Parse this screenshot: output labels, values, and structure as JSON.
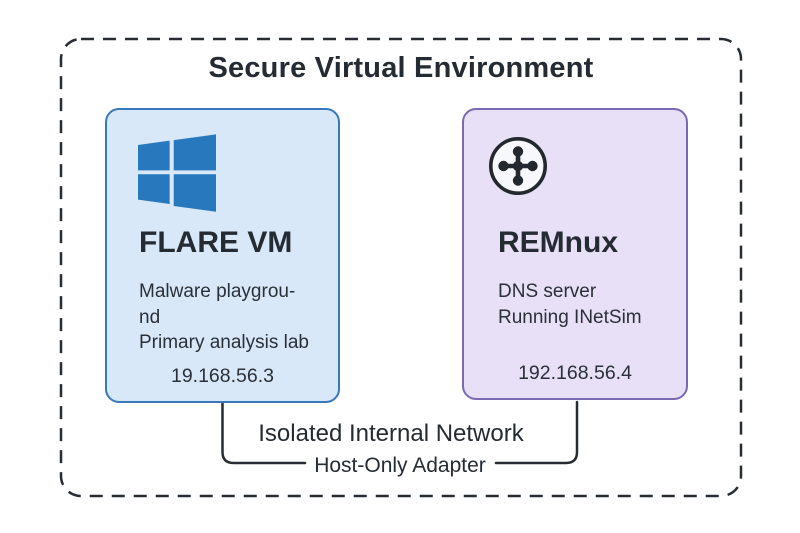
{
  "diagram": {
    "title": "Secure Virtual Environment",
    "container": {
      "style": "dashed-rounded-border",
      "border_color": "#272c33",
      "background": "#ffffff"
    },
    "flare_vm": {
      "name": "FLARE VM",
      "icon": "windows-logo",
      "icon_color": "#2878be",
      "description_lines": [
        "Malware playgrou-",
        "nd",
        "Primary analysis lab"
      ],
      "ip": "19.168.56.3",
      "fill_color": "#d9e8f8",
      "border_color": "#3878bc"
    },
    "remnux": {
      "name": "REMnux",
      "icon": "network-hub",
      "icon_color": "#23282e",
      "description_lines": [
        "DNS server",
        "Running INetSim"
      ],
      "ip": "192.168.56.4",
      "fill_color": "#e7e0f7",
      "border_color": "#7b69b5"
    },
    "connection": {
      "label": "Isolated Internal Network",
      "sublabel": "Host-Only Adapter",
      "line_color": "#272c33"
    }
  }
}
